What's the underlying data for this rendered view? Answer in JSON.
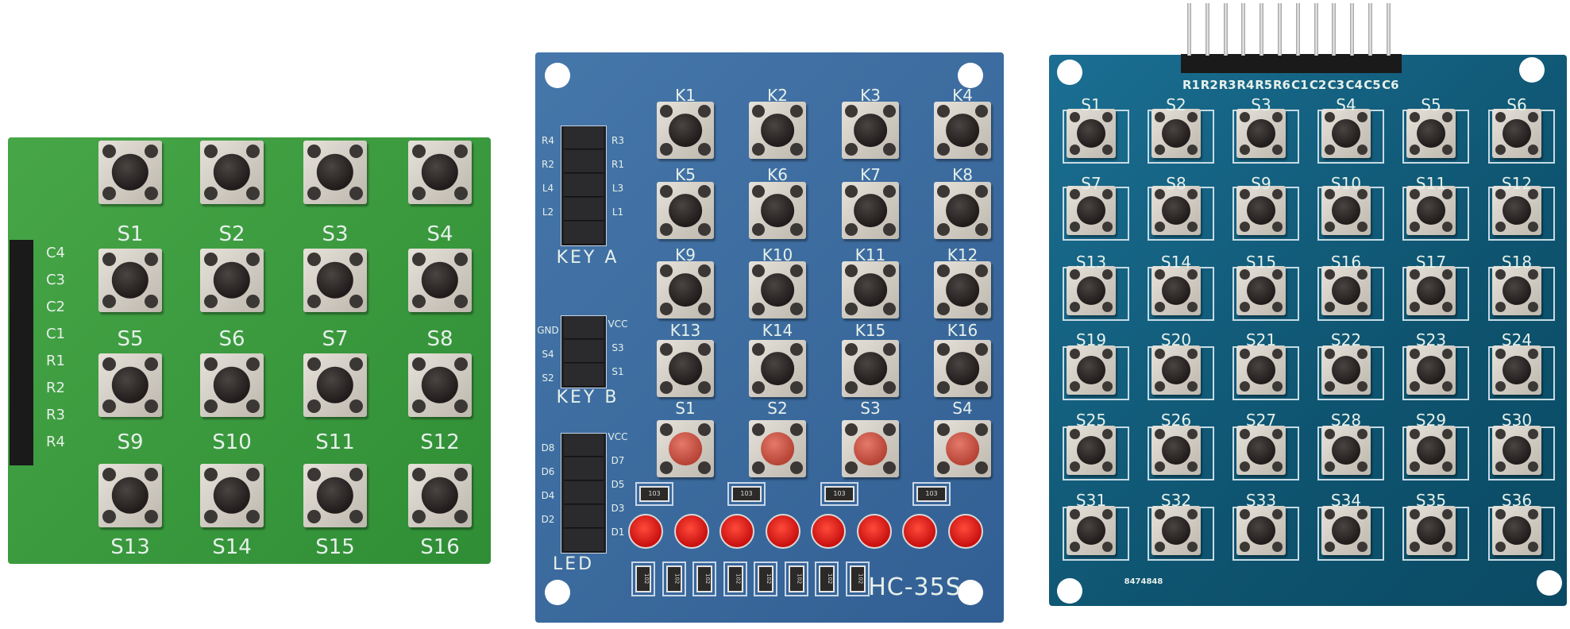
{
  "colors": {
    "green_board": "#3a9a3c",
    "blue_board": "#3d6ca0",
    "teal_board": "#0f5573",
    "led_red": "#e81a14",
    "button_cap": "#2a2524",
    "silkscreen": "#e6f0ea"
  },
  "green_keypad": {
    "buttons": [
      "S1",
      "S2",
      "S3",
      "S4",
      "S5",
      "S6",
      "S7",
      "S8",
      "S9",
      "S10",
      "S11",
      "S12",
      "S13",
      "S14",
      "S15",
      "S16"
    ],
    "header_pins": [
      "C4",
      "C3",
      "C2",
      "C1",
      "R1",
      "R2",
      "R3",
      "R4"
    ]
  },
  "blue_module": {
    "model": "HC-35S",
    "keys": [
      "K1",
      "K2",
      "K3",
      "K4",
      "K5",
      "K6",
      "K7",
      "K8",
      "K9",
      "K10",
      "K11",
      "K12",
      "K13",
      "K14",
      "K15",
      "K16"
    ],
    "red_keys": [
      "S1",
      "S2",
      "S3",
      "S4"
    ],
    "header_key_a": {
      "title": "KEY A",
      "left": [
        "R4",
        "R2",
        "L4",
        "L2"
      ],
      "right": [
        "R3",
        "R1",
        "L3",
        "L1"
      ]
    },
    "header_key_b": {
      "title": "KEY B",
      "left": [
        "GND",
        "S4",
        "S2"
      ],
      "right": [
        "VCC",
        "S3",
        "S1"
      ]
    },
    "header_led": {
      "title": "LED",
      "left": [
        "D8",
        "D6",
        "D4",
        "D2"
      ],
      "right": [
        "VCC",
        "D7",
        "D5",
        "D3",
        "D1"
      ]
    },
    "resistor_top_code": [
      "103",
      "103",
      "103",
      "103"
    ],
    "resistor_bottom_code": [
      "102",
      "102",
      "102",
      "102",
      "102",
      "102",
      "102",
      "102"
    ],
    "led_count": 8
  },
  "teal_keypad": {
    "header_pins": [
      "R1",
      "R2",
      "R3",
      "R4",
      "R5",
      "R6",
      "C1",
      "C2",
      "C3",
      "C4",
      "C5",
      "C6"
    ],
    "buttons": [
      "S1",
      "S2",
      "S3",
      "S4",
      "S5",
      "S6",
      "S7",
      "S8",
      "S9",
      "S10",
      "S11",
      "S12",
      "S13",
      "S14",
      "S15",
      "S16",
      "S17",
      "S18",
      "S19",
      "S20",
      "S21",
      "S22",
      "S23",
      "S24",
      "S25",
      "S26",
      "S27",
      "S28",
      "S29",
      "S30",
      "S31",
      "S32",
      "S33",
      "S34",
      "S35",
      "S36"
    ],
    "serial": "8474848"
  }
}
